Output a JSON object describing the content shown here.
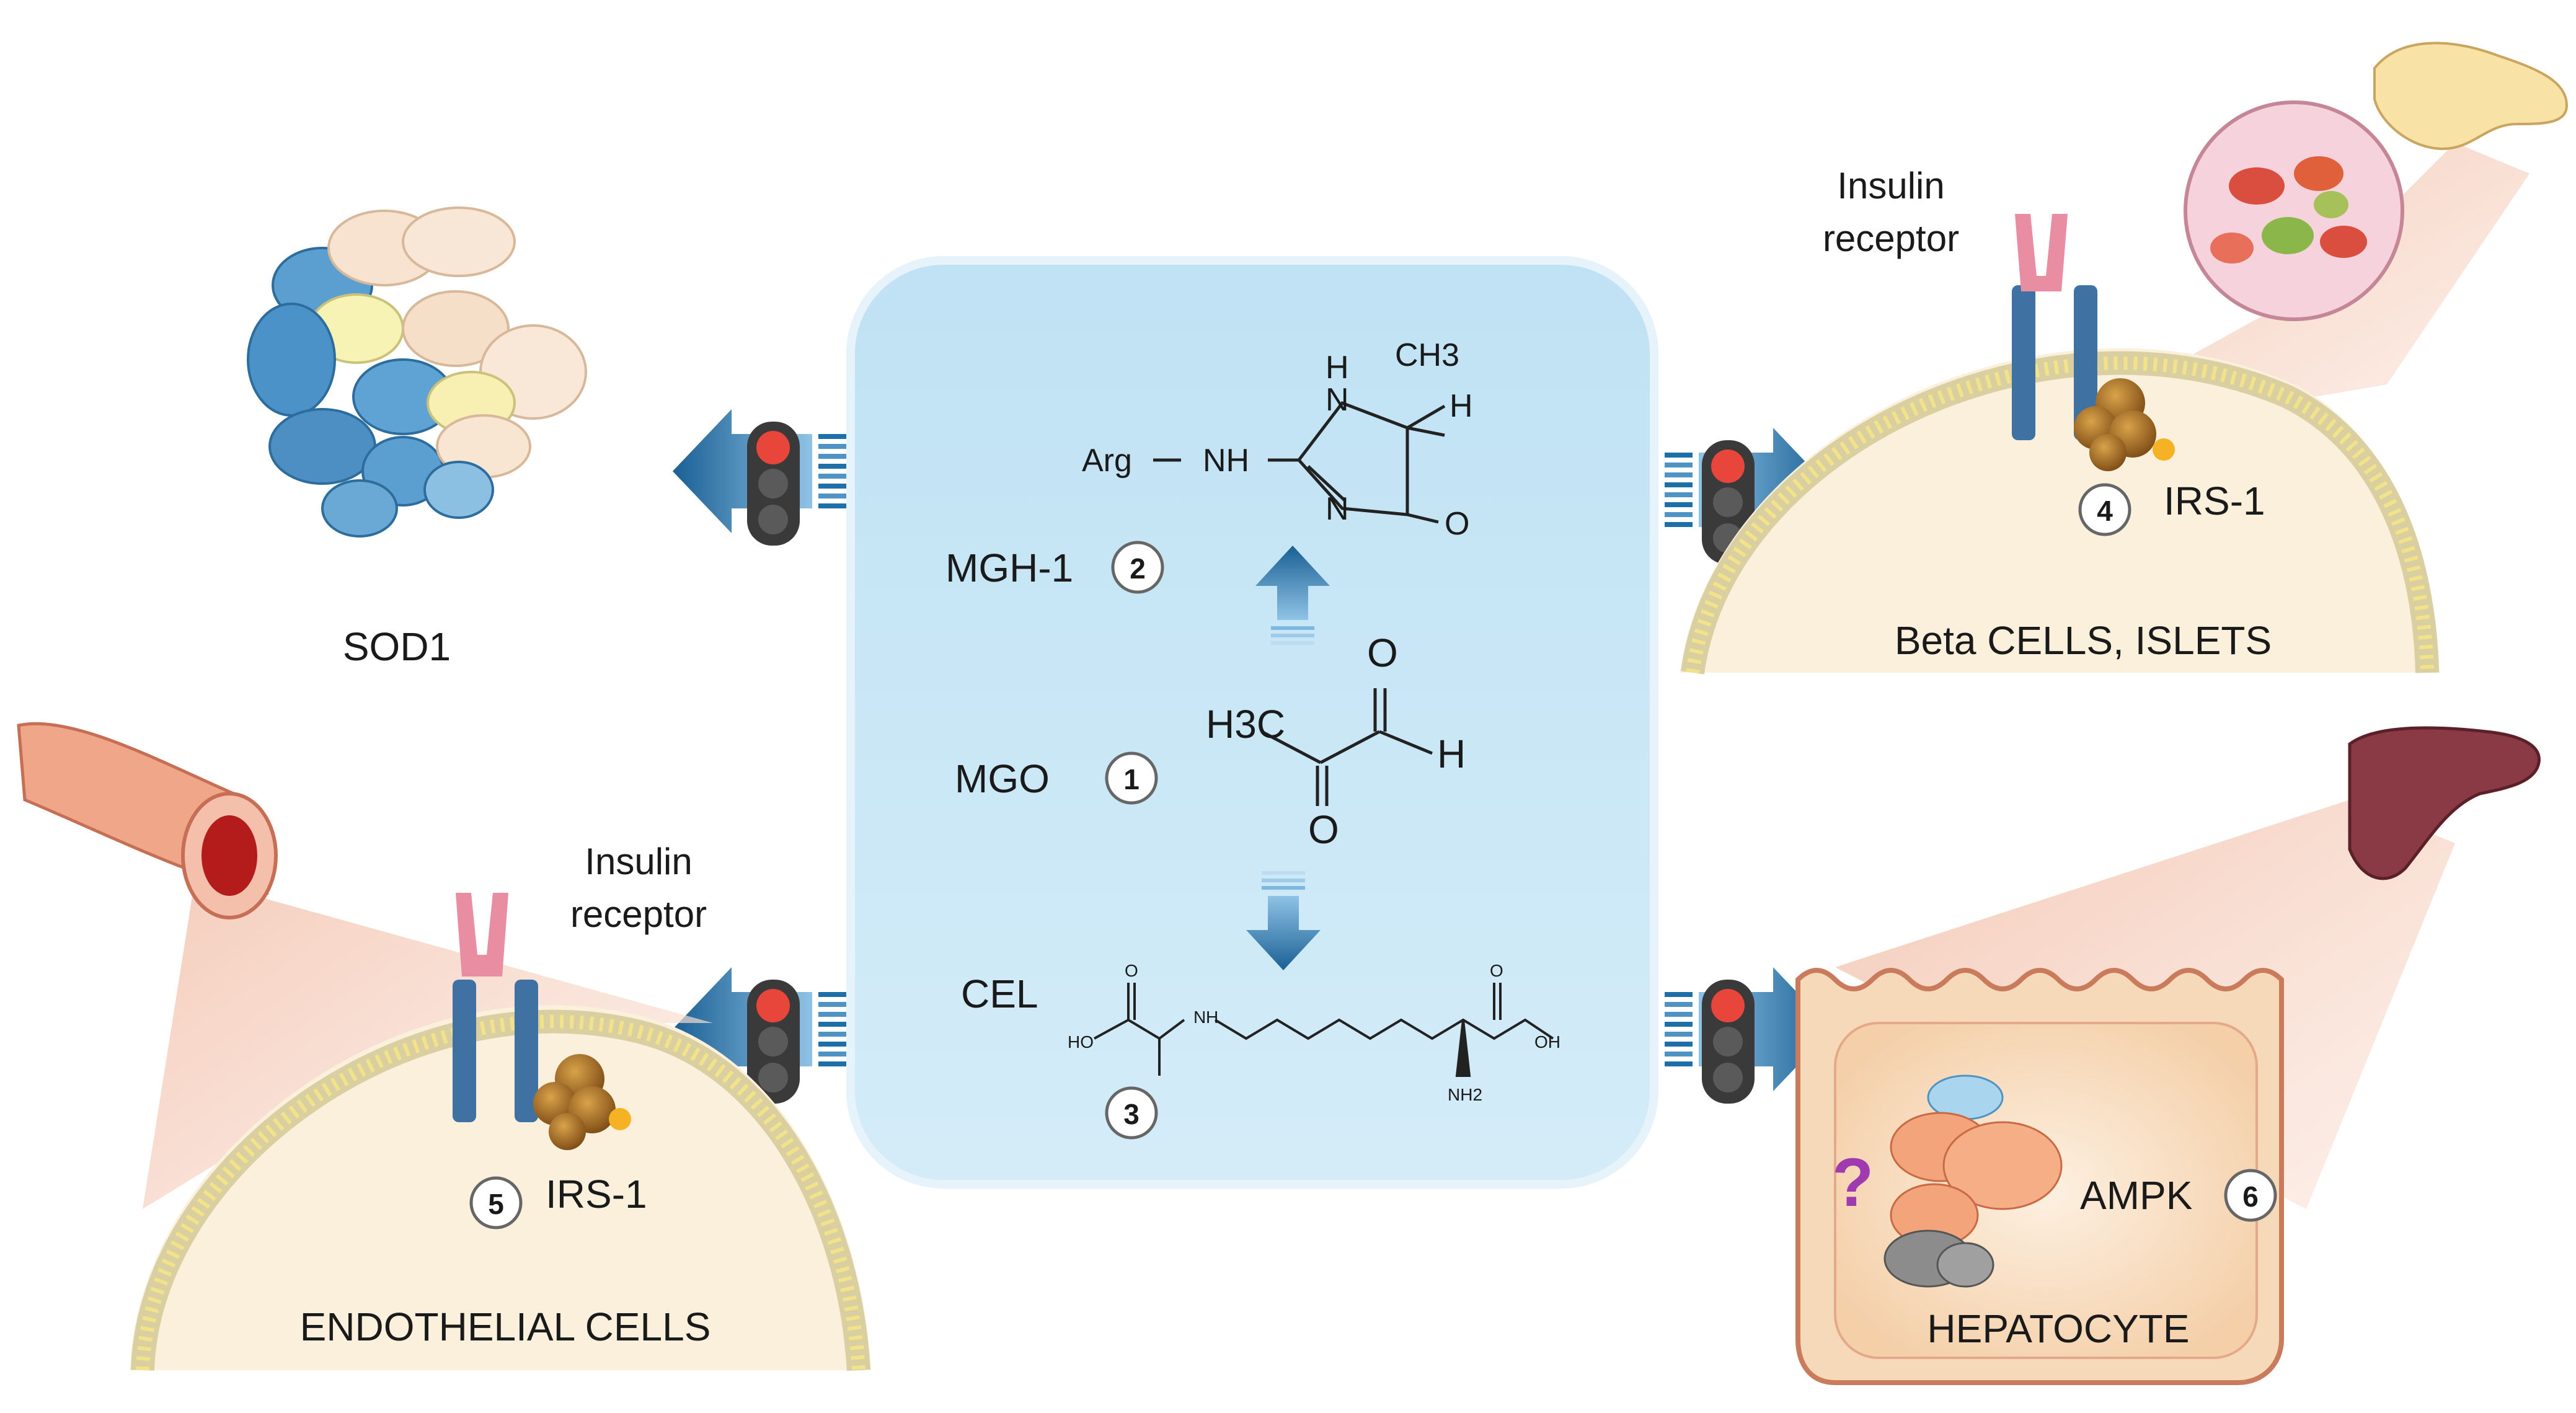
{
  "center": {
    "mgh1": {
      "label": "MGH-1",
      "num": "2"
    },
    "mgo": {
      "label": "MGO",
      "num": "1"
    },
    "cel": {
      "label": "CEL",
      "num": "3"
    },
    "mgh1_structure": {
      "arg": "Arg",
      "nh": "NH",
      "ring_nh_n": "N",
      "ring_nh_h": "H",
      "ring_n": "N",
      "ring_o": "O",
      "ch3": "CH3",
      "h": "H"
    },
    "mgo_structure": {
      "h3c": "H3C",
      "o_top": "O",
      "o_bottom": "O",
      "h": "H"
    },
    "cel_structure": {
      "ho_left": "HO",
      "o_left": "O",
      "nh": "N",
      "nh_h": "H",
      "o_right": "O",
      "oh_right": "OH",
      "nh2": "NH2"
    }
  },
  "sod1": {
    "label": "SOD1"
  },
  "beta_cells": {
    "label": "Beta CELLS, ISLETS",
    "receptor_label_1": "Insulin",
    "receptor_label_2": "receptor",
    "irs_label": "IRS-1",
    "num": "4"
  },
  "endothelial": {
    "label": "ENDOTHELIAL CELLS",
    "receptor_label_1": "Insulin",
    "receptor_label_2": "receptor",
    "irs_label": "IRS-1",
    "num": "5"
  },
  "hepatocyte": {
    "label": "HEPATOCYTE",
    "ampk_label": "AMPK",
    "num": "6",
    "question": "?"
  },
  "colors": {
    "center_box": "#c6e6f6",
    "arrow_blue": "#1d6fa8",
    "membrane_head": "#f2e38a",
    "cell_fill": "#fbf0dc",
    "hepatocyte_fill": "#f6d9b8",
    "hepatocyte_border": "#c97b5c"
  }
}
